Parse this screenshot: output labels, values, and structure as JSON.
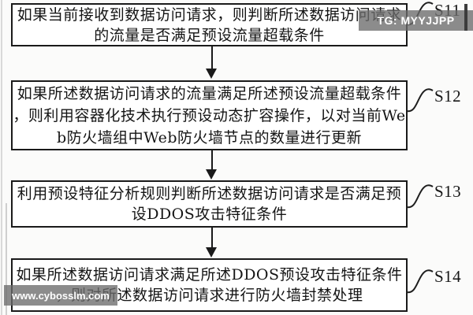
{
  "figure": {
    "steps": [
      {
        "label": "S11",
        "lines": [
          "如果当前接收到数据访问请求，则判断所述数据访问请求",
          "的流量是否满足预设流量超载条件"
        ]
      },
      {
        "label": "S12",
        "lines": [
          "如果所述数据访问请求的流量满足所述预设流量超载条件",
          "，则利用容器化技术执行预设动态扩容操作，以对当前We",
          "b防火墙组中Web防火墙节点的数量进行更新"
        ]
      },
      {
        "label": "S13",
        "lines": [
          "利用预设特征分析规则判断所述数据访问请求是否满足预",
          "设DDOS攻击特征条件"
        ]
      },
      {
        "label": "S14",
        "lines": [
          "如果所述数据访问请求满足所述DDOS预设攻击特征条件",
          "，则对所述数据访问请求进行防火墙封禁处理"
        ]
      }
    ]
  },
  "watermarks": {
    "top_right": "TG: MYYJJPP",
    "bottom_left": "www.cybosslm.com"
  },
  "colors": {
    "box_border": "#1a1a1a",
    "text": "#141414",
    "watermark_bg": "#6c6c6c",
    "watermark_text": "#ffffff",
    "background": "#fbfbfa"
  }
}
